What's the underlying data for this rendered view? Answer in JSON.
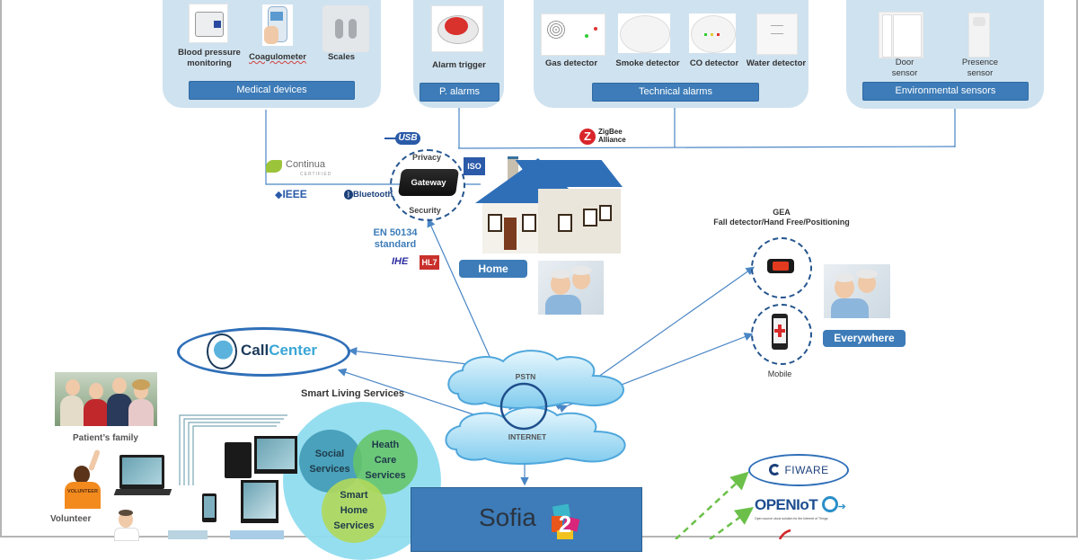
{
  "panels": {
    "medical": {
      "label": "Medical devices",
      "devices": [
        {
          "name": "Blood pressure monitoring",
          "icon": "blood-pressure-monitor-icon"
        },
        {
          "name": "Coagulometer",
          "icon": "coagulometer-icon"
        },
        {
          "name": "Scales",
          "icon": "scales-icon"
        }
      ]
    },
    "personal_alarms": {
      "label": "P. alarms",
      "devices": [
        {
          "name": "Alarm trigger",
          "icon": "alarm-button-icon"
        }
      ]
    },
    "technical": {
      "label": "Technical alarms",
      "devices": [
        {
          "name": "Gas detector",
          "icon": "gas-detector-icon"
        },
        {
          "name": "Smoke detector",
          "icon": "smoke-detector-icon"
        },
        {
          "name": "CO detector",
          "icon": "co-detector-icon"
        },
        {
          "name": "Water detector",
          "icon": "water-detector-icon"
        }
      ]
    },
    "environmental": {
      "label": "Environmental sensors",
      "devices": [
        {
          "name": "Door sensor",
          "line1": "Door",
          "line2": "sensor",
          "icon": "door-sensor-icon"
        },
        {
          "name": "Presence sensor",
          "line1": "Presence",
          "line2": "sensor",
          "icon": "presence-sensor-icon"
        }
      ]
    }
  },
  "protocols": {
    "usb": "USB",
    "zigbee_line1": "ZigBee",
    "zigbee_line2": "Alliance",
    "continua": "Continua",
    "continua_sub": "CERTIFIED",
    "ieee": "IEEE",
    "bluetooth": "Bluetooth",
    "iso": "ISO",
    "ihe": "IHE",
    "hl7": "HL7"
  },
  "gateway": {
    "label": "Gateway",
    "top": "Privacy",
    "bottom": "Security"
  },
  "standard": {
    "line1": "EN 50134",
    "line2": "standard"
  },
  "home": {
    "label": "Home"
  },
  "gea": {
    "title": "GEA",
    "subtitle": "Fall detector/Hand Free/Positioning"
  },
  "mobile": {
    "label": "Mobile"
  },
  "everywhere": {
    "label": "Everywhere"
  },
  "network": {
    "pstn": "PSTN",
    "internet": "INTERNET"
  },
  "callcenter": {
    "part1": "Call",
    "part2": "Center"
  },
  "smart_living": {
    "title": "Smart Living Services",
    "social": {
      "line1": "Social",
      "line2": "Services"
    },
    "health": {
      "line1": "Heath",
      "line2": "Care",
      "line3": "Services"
    },
    "home": {
      "line1": "Smart",
      "line2": "Home",
      "line3": "Services"
    }
  },
  "people": {
    "family": "Patient’s family",
    "volunteer": "Volunteer",
    "volunteer_shirt": "VOLUNTEER"
  },
  "platform": {
    "name": "Sofia",
    "version": "2"
  },
  "external": {
    "fiware": "FIWARE",
    "openiot": "OPENIoT",
    "openiot_tagline": "Open source cloud solution for the Internet of Things"
  },
  "colors": {
    "panel_bg": "#cfe2ef",
    "label_blue": "#3d7cb8",
    "line_blue": "#4a86c5",
    "dashed_navy": "#24558f",
    "green_arrow": "#6cc04a",
    "social_circle": "#3b9bb8",
    "health_circle": "#6cc16a",
    "home_circle": "#a6d25a",
    "outer_circle": "#8fdcef"
  }
}
